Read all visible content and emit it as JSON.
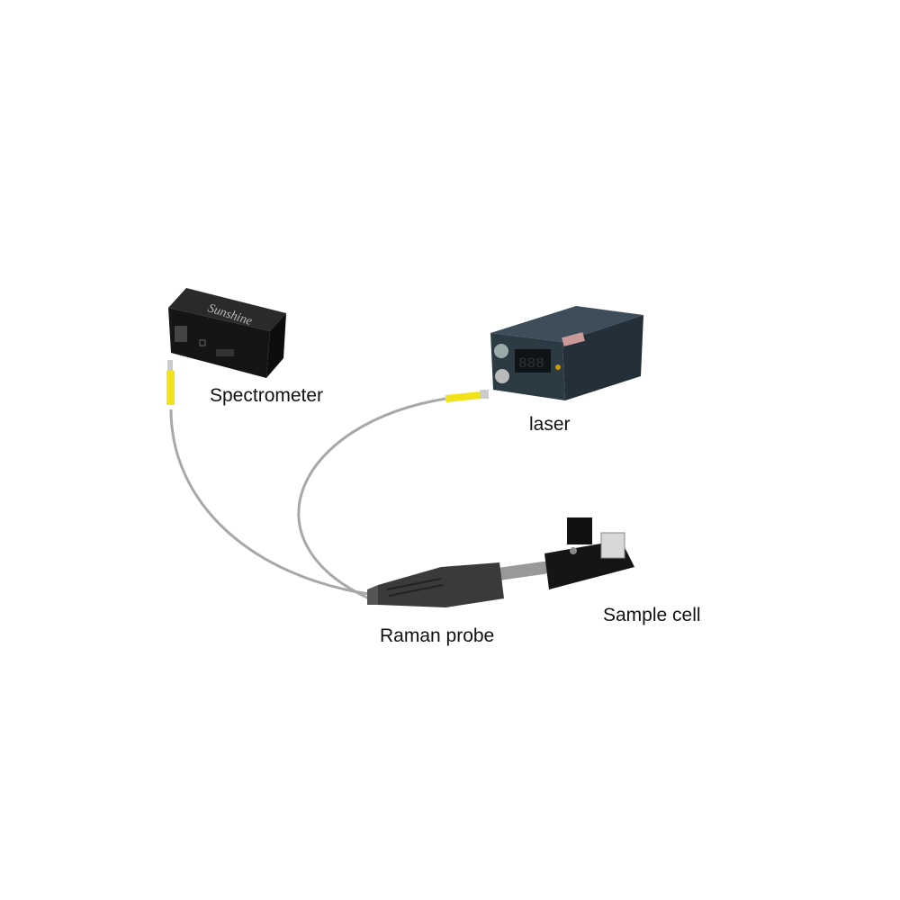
{
  "labels": {
    "spectrometer": "Spectrometer",
    "laser": "laser",
    "raman_probe": "Raman probe",
    "sample_cell": "Sample cell"
  },
  "devices": {
    "spectrometer_brand": "Sunshine",
    "laser_display": "888"
  },
  "colors": {
    "fiber": "#a8a8a8",
    "connector": "#f2e21a",
    "device_dark": "#1b1b1b",
    "laser_body": "#2c3a44"
  }
}
